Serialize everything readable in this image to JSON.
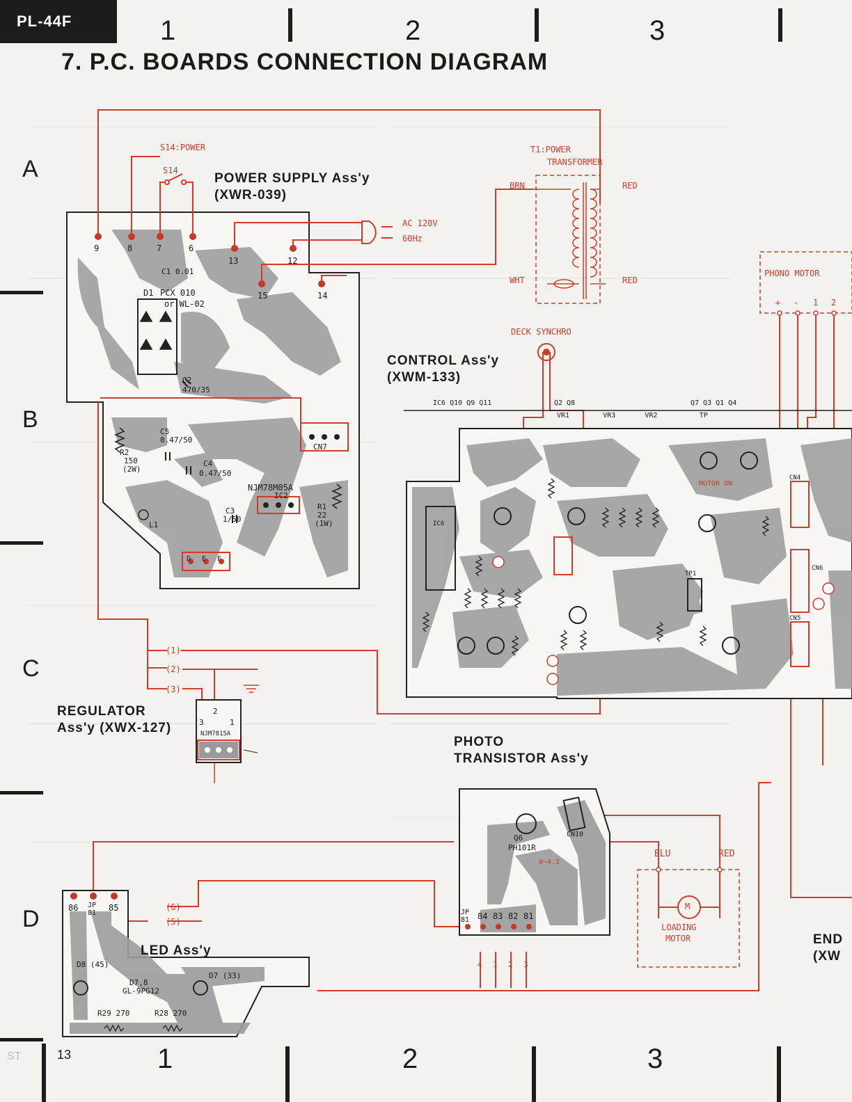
{
  "header": {
    "model": "PL-44F",
    "page_number": "13",
    "footer_left": "ST"
  },
  "title": "7. P.C. BOARDS CONNECTION DIAGRAM",
  "columns": [
    "1",
    "2",
    "3"
  ],
  "rows": [
    "A",
    "B",
    "C",
    "D"
  ],
  "boards": {
    "power_supply": "POWER SUPPLY Ass'y",
    "power_supply_no": "(XWR-039)",
    "control": "CONTROL Ass'y",
    "control_no": "(XWM-133)",
    "regulator": "REGULATOR",
    "regulator_no": "Ass'y (XWX-127)",
    "photo": "PHOTO",
    "photo_2": "TRANSISTOR Ass'y",
    "led": "LED Ass'y",
    "end": "END",
    "end_no": "(XW"
  },
  "labels": {
    "s14_power": "S14:POWER",
    "s14": "S14",
    "transformer_1": "T1:POWER",
    "transformer_2": "TRANSFORMER",
    "brn": "BRN",
    "red1": "RED",
    "wht": "WHT",
    "red2": "RED",
    "ac": "AC 120V",
    "hz": "60Hz",
    "deck_synchro": "DECK SYNCHRO",
    "phono_motor": "PHONO MOTOR",
    "blu": "BLU",
    "red3": "RED",
    "loading_motor_1": "LOADING",
    "loading_motor_2": "MOTOR",
    "motor_m": "M",
    "motor_on": "MOTOR ON",
    "ic1": "NJM78M05A",
    "ic2": "IC2",
    "regulator_ic": "NJM7815A",
    "d1": "D1",
    "pcx": "PCX 010",
    "wl": "or WL-02",
    "c1": "C1 0.01",
    "c2": "C2",
    "c2v": "470/35",
    "c3": "C3",
    "c3v": "1/50",
    "c4": "C4",
    "c4v": "0.47/50",
    "c5": "C5",
    "c5v": "0.47/50",
    "r2": "R2",
    "r2v": "150",
    "r2w": "(2W)",
    "r1": "R1",
    "r1v": "22",
    "r1w": "(1W)",
    "l1": "L1",
    "cn7": "CN7",
    "q6": "Q6",
    "ph101r": "PH101R",
    "cn10": "CN10",
    "v042": "0~4.2",
    "d8": "D8 (45)",
    "d7": "D7 (33)",
    "d78": "D7,8",
    "gl9": "GL-9PG12",
    "r29": "R29  270",
    "r28": "R28  270",
    "cn4": "CN4",
    "cn5": "CN5",
    "cn6": "CN6",
    "tp1": "TP1",
    "ic6": "IC6",
    "top_labels_1": "IC6   Q10   Q9  Q11",
    "top_labels_2": "Q2  Q8",
    "top_labels_3": "Q7 Q3  Q1  Q4",
    "vr_labels": "VR1        VR3       VR2          TP"
  },
  "pins": {
    "power": [
      "9",
      "8",
      "7",
      "6",
      "13",
      "12",
      "15",
      "14"
    ],
    "d_e_f": [
      "D",
      "E",
      "F"
    ],
    "reg_pins": [
      "2",
      "3",
      "1"
    ],
    "wires": [
      "(1)",
      "(2)",
      "(3)",
      "(6)",
      "(5)"
    ],
    "led_pins": [
      "86",
      "JP 81",
      "85"
    ],
    "photo_pins": [
      "JP 81",
      "84",
      "83",
      "82",
      "81"
    ],
    "photo_wires": [
      "4",
      "1",
      "2",
      "3"
    ],
    "phono": [
      "+",
      "-",
      "1",
      "2"
    ]
  },
  "colors": {
    "wire": "#d23a2a",
    "trace": "#8f8f8f",
    "ink": "#1b1b1b"
  }
}
